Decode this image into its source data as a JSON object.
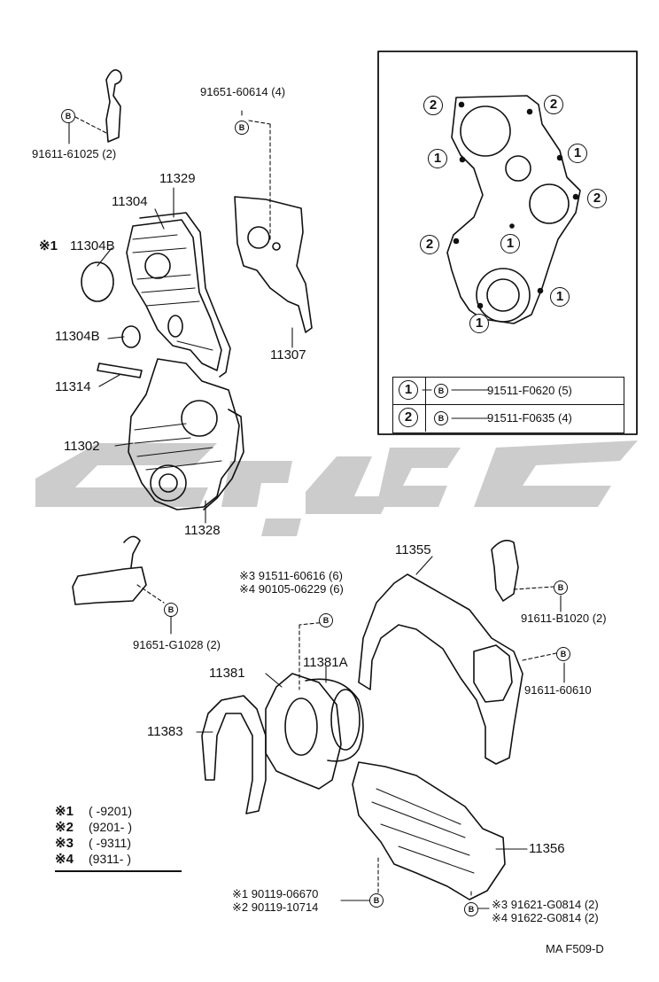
{
  "watermark": {
    "color": "#c8c8c8"
  },
  "part_labels": {
    "p91611_61025": "91611-61025 (2)",
    "p91651_60614": "91651-60614 (4)",
    "p11329": "11329",
    "p11304": "11304",
    "p11304B_a_mark": "※1",
    "p11304B_a": "11304B",
    "p11304B_b": "11304B",
    "p11314": "11314",
    "p11307": "11307",
    "p11302": "11302",
    "p11328": "11328",
    "p91651_G1028": "91651-G1028 (2)",
    "p11355": "11355",
    "p91611_B1020": "91611-B1020 (2)",
    "p91611_60610": "91611-60610",
    "p91511_60616": "※3 91511-60616 (6)",
    "p90105_06229": "※4 90105-06229 (6)",
    "p11381": "11381",
    "p11381A": "11381A",
    "p11383": "11383",
    "p11356": "11356",
    "p90119_06670": "※1 90119-06670",
    "p90119_10714": "※2 90119-10714",
    "p91621_G0814": "※3 91621-G0814 (2)",
    "p91622_G0814": "※4 91622-G0814 (2)",
    "diagram_code": "MA  F509-D"
  },
  "inset_table": {
    "rows": [
      {
        "num": "1",
        "bolt": "B",
        "part": "91511-F0620 (5)"
      },
      {
        "num": "2",
        "bolt": "B",
        "part": "91511-F0635 (4)"
      }
    ]
  },
  "inset_markers": [
    "2",
    "2",
    "1",
    "1",
    "2",
    "1",
    "2",
    "1",
    "1"
  ],
  "bolt_marker": "B",
  "notes": [
    {
      "key": "※1",
      "range": "(      -9201)"
    },
    {
      "key": "※2",
      "range": "(9201-       )"
    },
    {
      "key": "※3",
      "range": "(      -9311)"
    },
    {
      "key": "※4",
      "range": "(9311-       )"
    }
  ]
}
